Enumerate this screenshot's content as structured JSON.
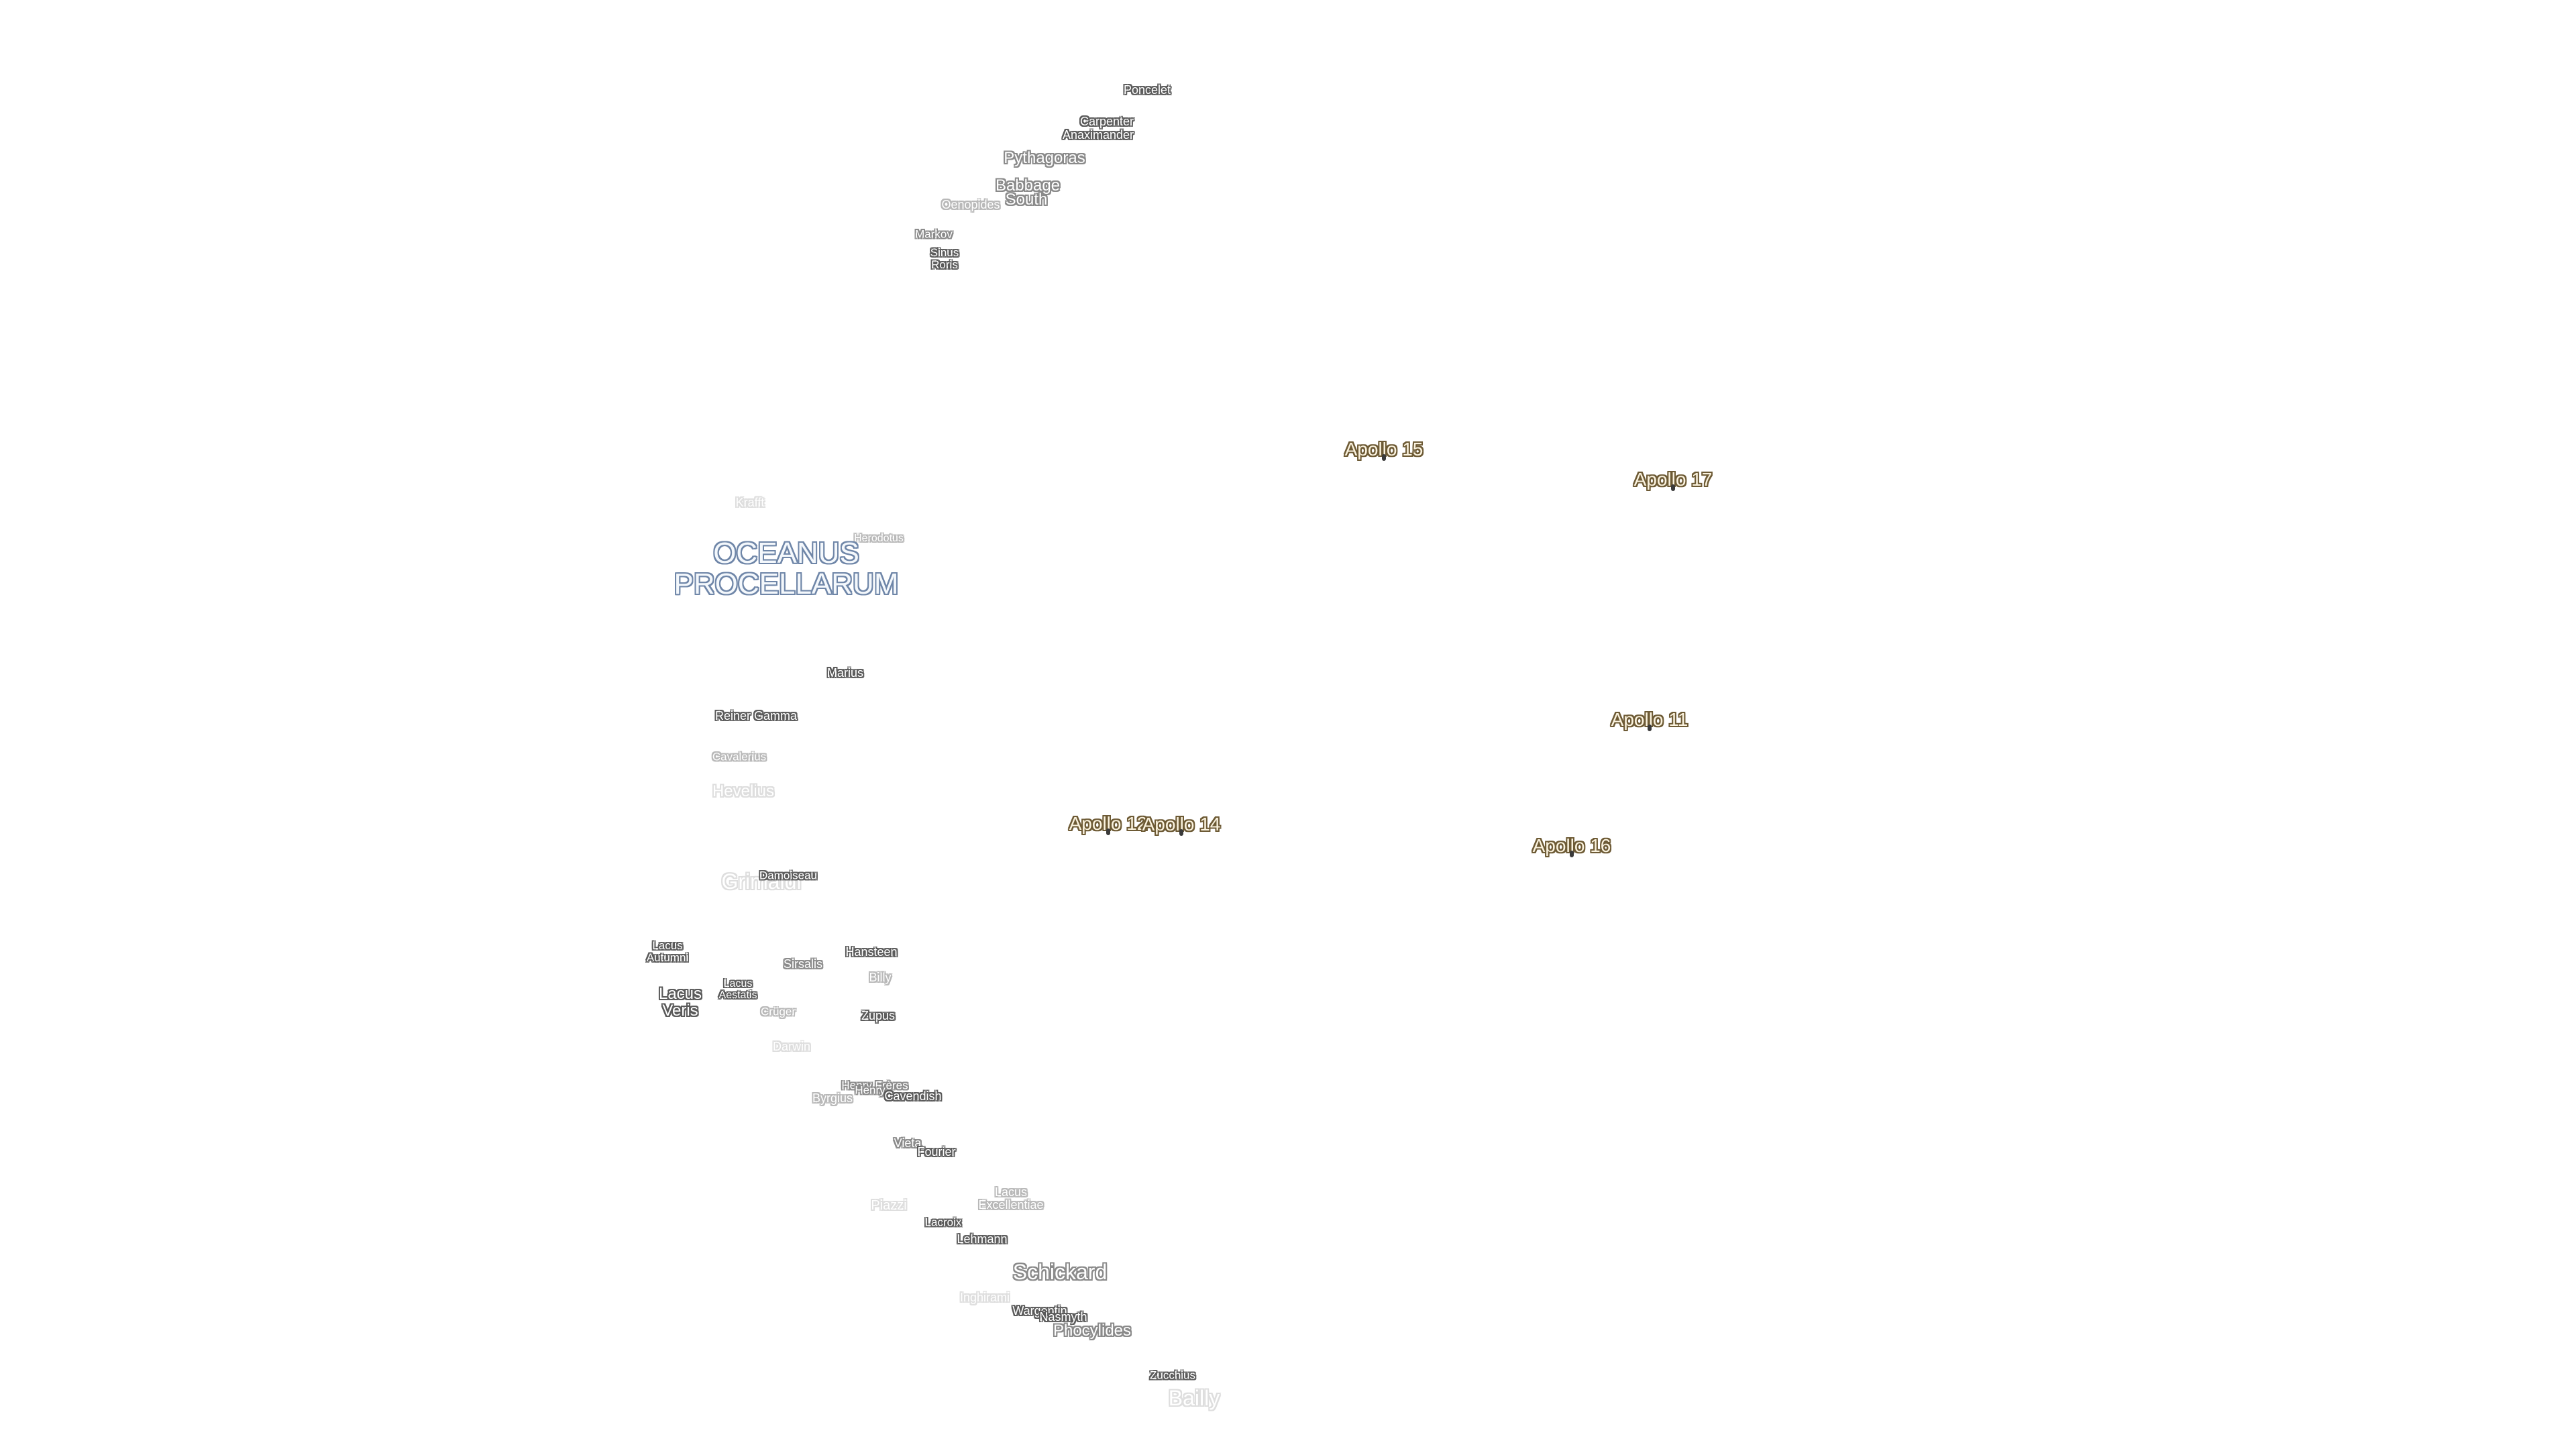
{
  "map": {
    "seas": [
      {
        "id": "oceanus",
        "label": "OCEANUS\nPROCELLARUM"
      }
    ],
    "apollo_sites": [
      {
        "id": "apollo-15",
        "label": "Apollo 15"
      },
      {
        "id": "apollo-17",
        "label": "Apollo 17"
      },
      {
        "id": "apollo-11",
        "label": "Apollo 11"
      },
      {
        "id": "apollo-12",
        "label": "Apollo 12"
      },
      {
        "id": "apollo-14",
        "label": "Apollo 14"
      },
      {
        "id": "apollo-16",
        "label": "Apollo 16"
      }
    ],
    "features": {
      "poncelet": "Poncelet",
      "carpenter": "Carpenter",
      "anaximander": "Anaximander",
      "pythagoras": "Pythagoras",
      "babbage": "Babbage",
      "south": "South",
      "oenopides": "Oenopides",
      "markov": "Markov",
      "sinus_roris": "Sinus\nRoris",
      "herodotus": "Herodotus",
      "marius": "Marius",
      "reiner_gamma": "Reiner Gamma",
      "cavalerius": "Cavalerius",
      "hevelius": "Hevelius",
      "damoiseau": "Damoiseau",
      "grimaldi": "Grimaldi",
      "lacus_autumni": "Lacus\nAutumni",
      "hansteen": "Hansteen",
      "sirsalis": "Sirsalis",
      "billy": "Billy",
      "lacus_aestatis": "Lacus\nAestatis",
      "lacus_veris": "Lacus\nVeris",
      "cruger": "Crüger",
      "zupus": "Zupus",
      "darwin": "Darwin",
      "henry_freres": "Henry Frères",
      "henry": "Henry",
      "cavendish": "Cavendish",
      "byrgius": "Byrgius",
      "vieta": "Vieta",
      "fourier": "Fourier",
      "lacus_excellentiae": "Lacus\nExcellentiae",
      "piazzi": "Piazzi",
      "lacroix": "Lacroix",
      "lehmann": "Lehmann",
      "schickard": "Schickard",
      "inghirami": "Inghirami",
      "wargentin": "Wargentin",
      "nasmyth": "Nasmyth",
      "phocylides": "Phocylides",
      "zucchius": "Zucchius",
      "bailly": "Bailly",
      "krafft": "Krafft"
    }
  }
}
